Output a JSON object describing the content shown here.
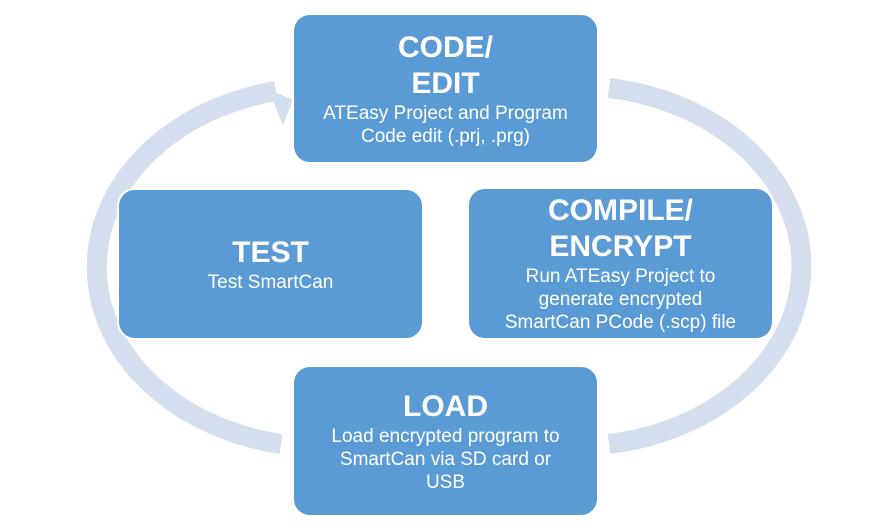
{
  "diagram": {
    "nodes": [
      {
        "title": "CODE/\nEDIT",
        "description": "ATEasy Project and Program\nCode edit (.prj, .prg)"
      },
      {
        "title": "COMPILE/\nENCRYPT",
        "description": "Run ATEasy Project to\ngenerate encrypted\nSmartCan PCode (.scp) file"
      },
      {
        "title": "LOAD",
        "description": "Load encrypted program to\nSmartCan via SD card or\nUSB"
      },
      {
        "title": "TEST",
        "description": "Test SmartCan"
      }
    ]
  },
  "colors": {
    "node_fill": "#5b9bd5",
    "node_text": "#ffffff",
    "cycle_arrow": "#d4deee"
  }
}
